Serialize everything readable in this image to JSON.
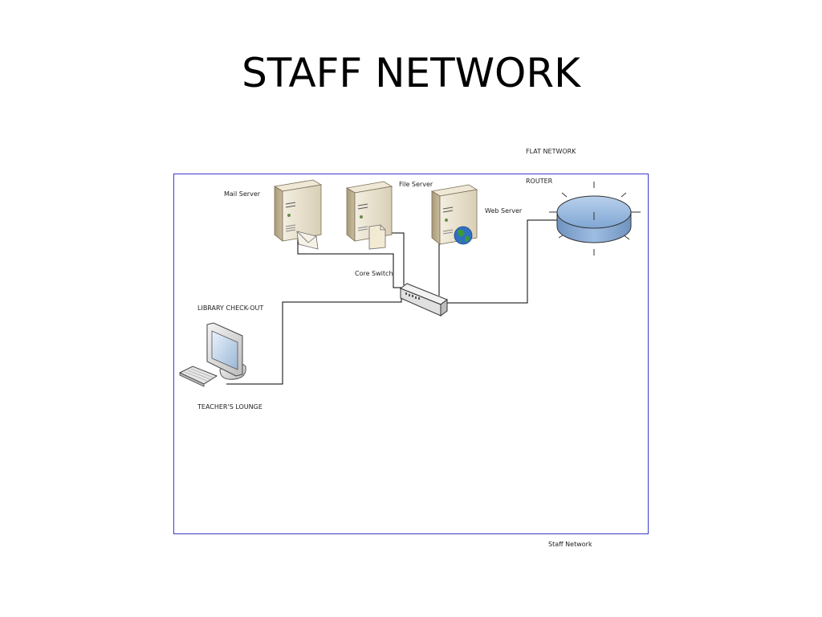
{
  "slide": {
    "title": "STAFF NETWORK"
  },
  "diagram": {
    "labels": {
      "flat_network": "FLAT NETWORK",
      "router": "ROUTER",
      "mail_server": "Mail Server",
      "file_server": "File Server",
      "web_server": "Web Server",
      "core_switch": "Core Switch",
      "library_checkout": "LIBRARY CHECK-OUT",
      "teachers_lounge": "TEACHER'S LOUNGE",
      "staff_network": "Staff Network"
    },
    "icons": {
      "mail_server": "server-with-envelope-icon",
      "file_server": "server-with-folder-icon",
      "web_server": "server-with-globe-icon",
      "switch": "network-switch-icon",
      "router": "router-icon",
      "workstation": "desktop-computer-icon"
    },
    "colors": {
      "boundary": "#3a3acc",
      "link": "#000000",
      "router_fill": "#8fb4de",
      "server_body": "#e8e0cc"
    }
  }
}
